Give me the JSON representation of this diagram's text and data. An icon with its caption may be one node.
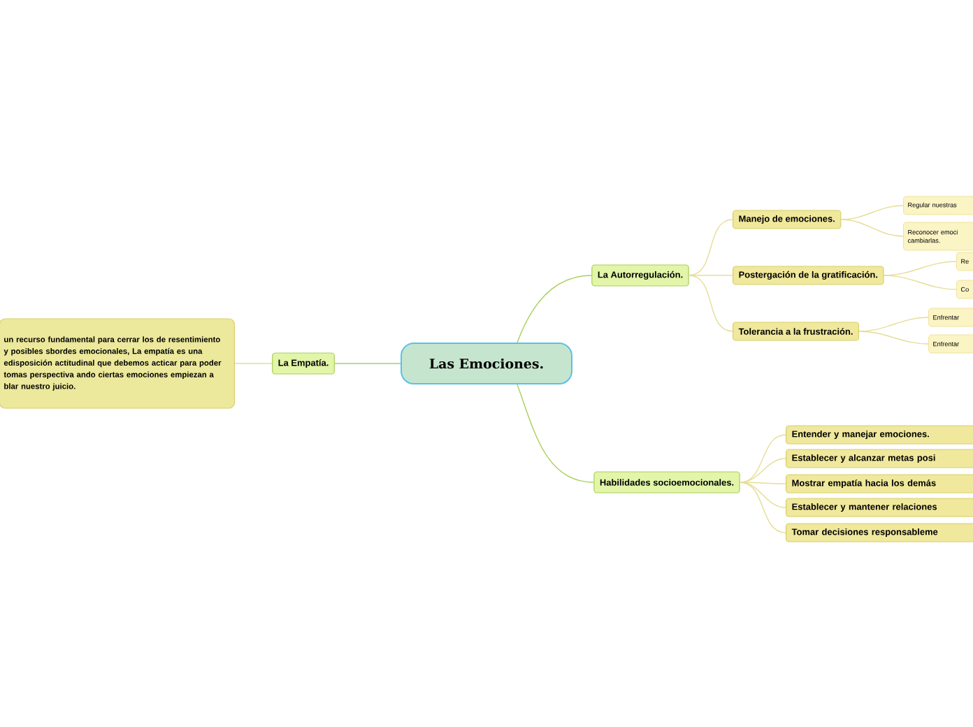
{
  "diagram": {
    "nodes": [
      {
        "text": [
          "Las Emociones."
        ]
      },
      {
        "text": [
          "La Autorregulación."
        ]
      },
      {
        "text": [
          "Manejo de emociones."
        ]
      },
      {
        "text": [
          "Regular nuestras"
        ]
      },
      {
        "text": [
          "Reconocer emoci cambiarlas."
        ]
      },
      {
        "text": [
          "Postergación de la gratificación."
        ]
      },
      {
        "text": [
          "Re"
        ]
      },
      {
        "text": [
          "Co"
        ]
      },
      {
        "text": [
          "Tolerancia a la frustración."
        ]
      },
      {
        "text": [
          "Enfrentar"
        ]
      },
      {
        "text": [
          "Enfrentar"
        ]
      },
      {
        "text": [
          "Habilidades socioemocionales."
        ]
      },
      {
        "text": [
          "Entender y manejar emociones."
        ]
      },
      {
        "text": [
          "Establecer y alcanzar metas posi"
        ]
      },
      {
        "text": [
          "Mostrar empatía hacia los demás"
        ]
      },
      {
        "text": [
          "Establecer y mantener relaciones"
        ]
      },
      {
        "text": [
          "Tomar decisiones responsableme"
        ]
      },
      {
        "text": [
          "La Empatía."
        ]
      },
      {
        "text": [
          "un recurso fundamental para cerrar los de resentimiento y posibles sbordes emocionales, La empatía es una edisposición actitudinal que debemos acticar para poder tomas perspectiva ando ciertas emociones empiezan a blar nuestro juicio."
        ]
      }
    ],
    "edges": [
      {
        "from": 0,
        "to": 1,
        "arrow": "none",
        "color": "#a9cf5a"
      },
      {
        "from": 0,
        "to": 11,
        "arrow": "none",
        "color": "#a9cf5a"
      },
      {
        "from": 0,
        "to": 17,
        "arrow": "none",
        "color": "#a9cf5a"
      },
      {
        "from": 1,
        "to": 2,
        "arrow": "none"
      },
      {
        "from": 1,
        "to": 5,
        "arrow": "none"
      },
      {
        "from": 1,
        "to": 8,
        "arrow": "none"
      },
      {
        "from": 2,
        "to": 3,
        "arrow": "none"
      },
      {
        "from": 2,
        "to": 4,
        "arrow": "none"
      },
      {
        "from": 5,
        "to": 6,
        "arrow": "none"
      },
      {
        "from": 5,
        "to": 7,
        "arrow": "none"
      },
      {
        "from": 8,
        "to": 9,
        "arrow": "none"
      },
      {
        "from": 8,
        "to": 10,
        "arrow": "none"
      },
      {
        "from": 11,
        "to": 12,
        "arrow": "none"
      },
      {
        "from": 11,
        "to": 13,
        "arrow": "none"
      },
      {
        "from": 11,
        "to": 14,
        "arrow": "none"
      },
      {
        "from": 11,
        "to": 15,
        "arrow": "none"
      },
      {
        "from": 11,
        "to": 16,
        "arrow": "none"
      },
      {
        "from": 17,
        "to": 18,
        "arrow": "none"
      }
    ]
  }
}
